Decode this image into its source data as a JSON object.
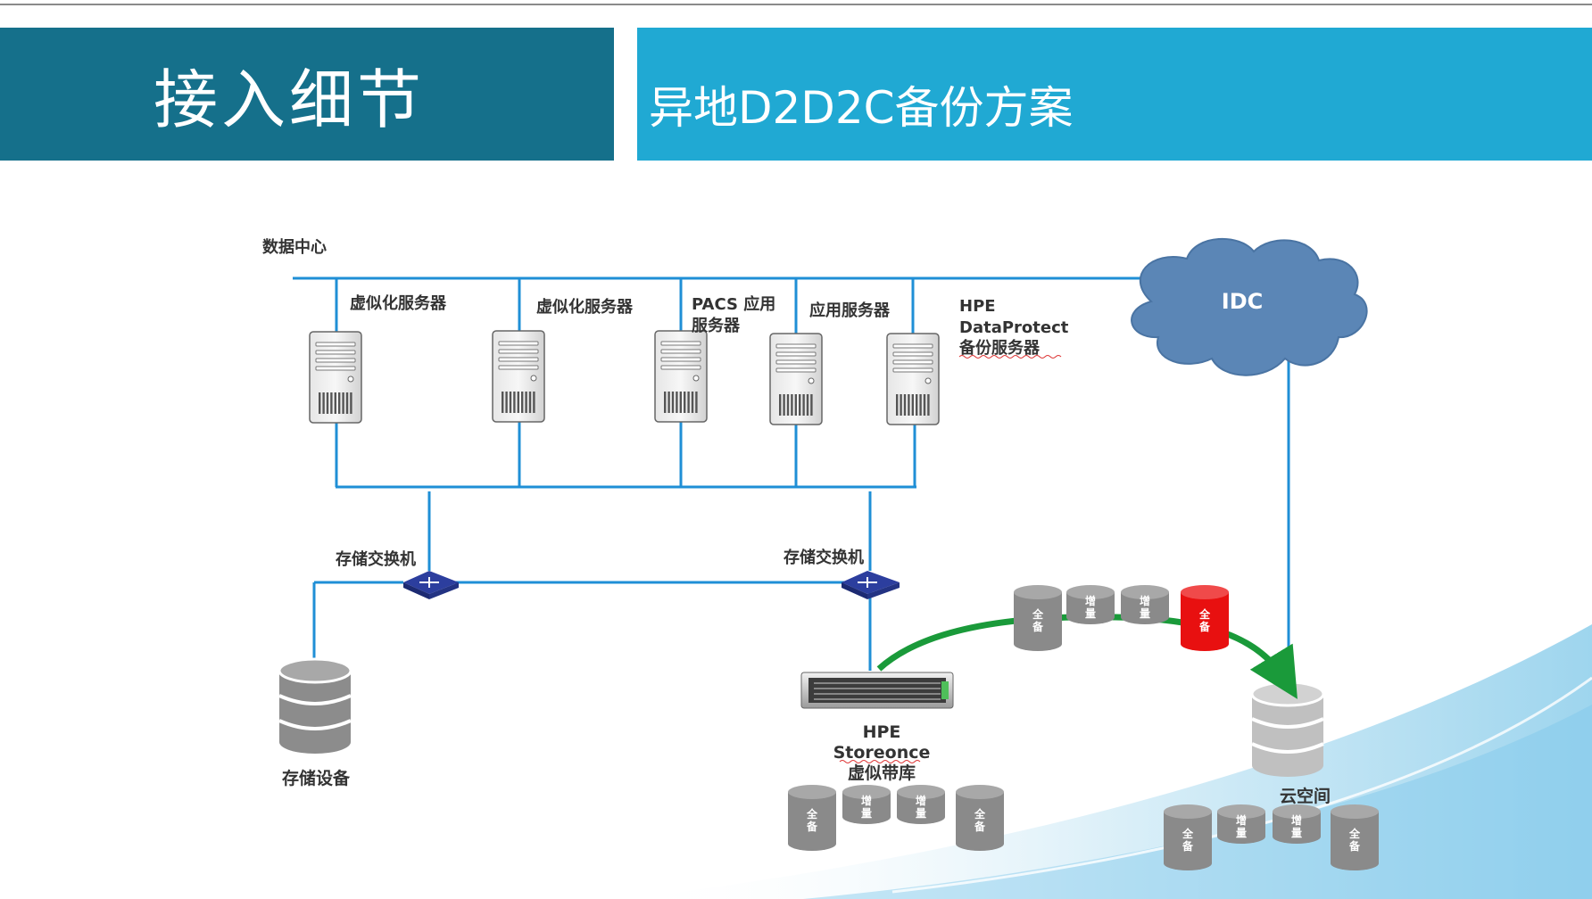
{
  "header": {
    "title": "接入细节",
    "subtitle": "异地D2D2C备份方案"
  },
  "diagram": {
    "datacenter_label": "数据中心",
    "servers": [
      {
        "line1": "虚似化服务器",
        "line2": ""
      },
      {
        "line1": "虚似化服务器",
        "line2": ""
      },
      {
        "line1": "PACS 应用",
        "line2": "服务器"
      },
      {
        "line1": "应用服务器",
        "line2": ""
      },
      {
        "line1": "HPE",
        "line2": "DataProtect",
        "line3": "备份服务器"
      }
    ],
    "idc_label": "IDC",
    "switch_label_left": "存储交换机",
    "switch_label_right": "存储交换机",
    "storage_label": "存储设备",
    "storeonce": {
      "line1": "HPE",
      "line2": "Storeonce",
      "line3": "虚似带库"
    },
    "cloud_label": "云空间",
    "tape_full": [
      "全",
      "备"
    ],
    "tape_incr": [
      "增",
      "量"
    ],
    "colors": {
      "line": "#1f8fd6",
      "banner_dark": "#15708b",
      "banner_light": "#20a9d3",
      "cloud": "#5b86b6",
      "arrow": "#1a9a3a",
      "highlight": "#e81010",
      "tape": "#8a8a8a"
    }
  }
}
